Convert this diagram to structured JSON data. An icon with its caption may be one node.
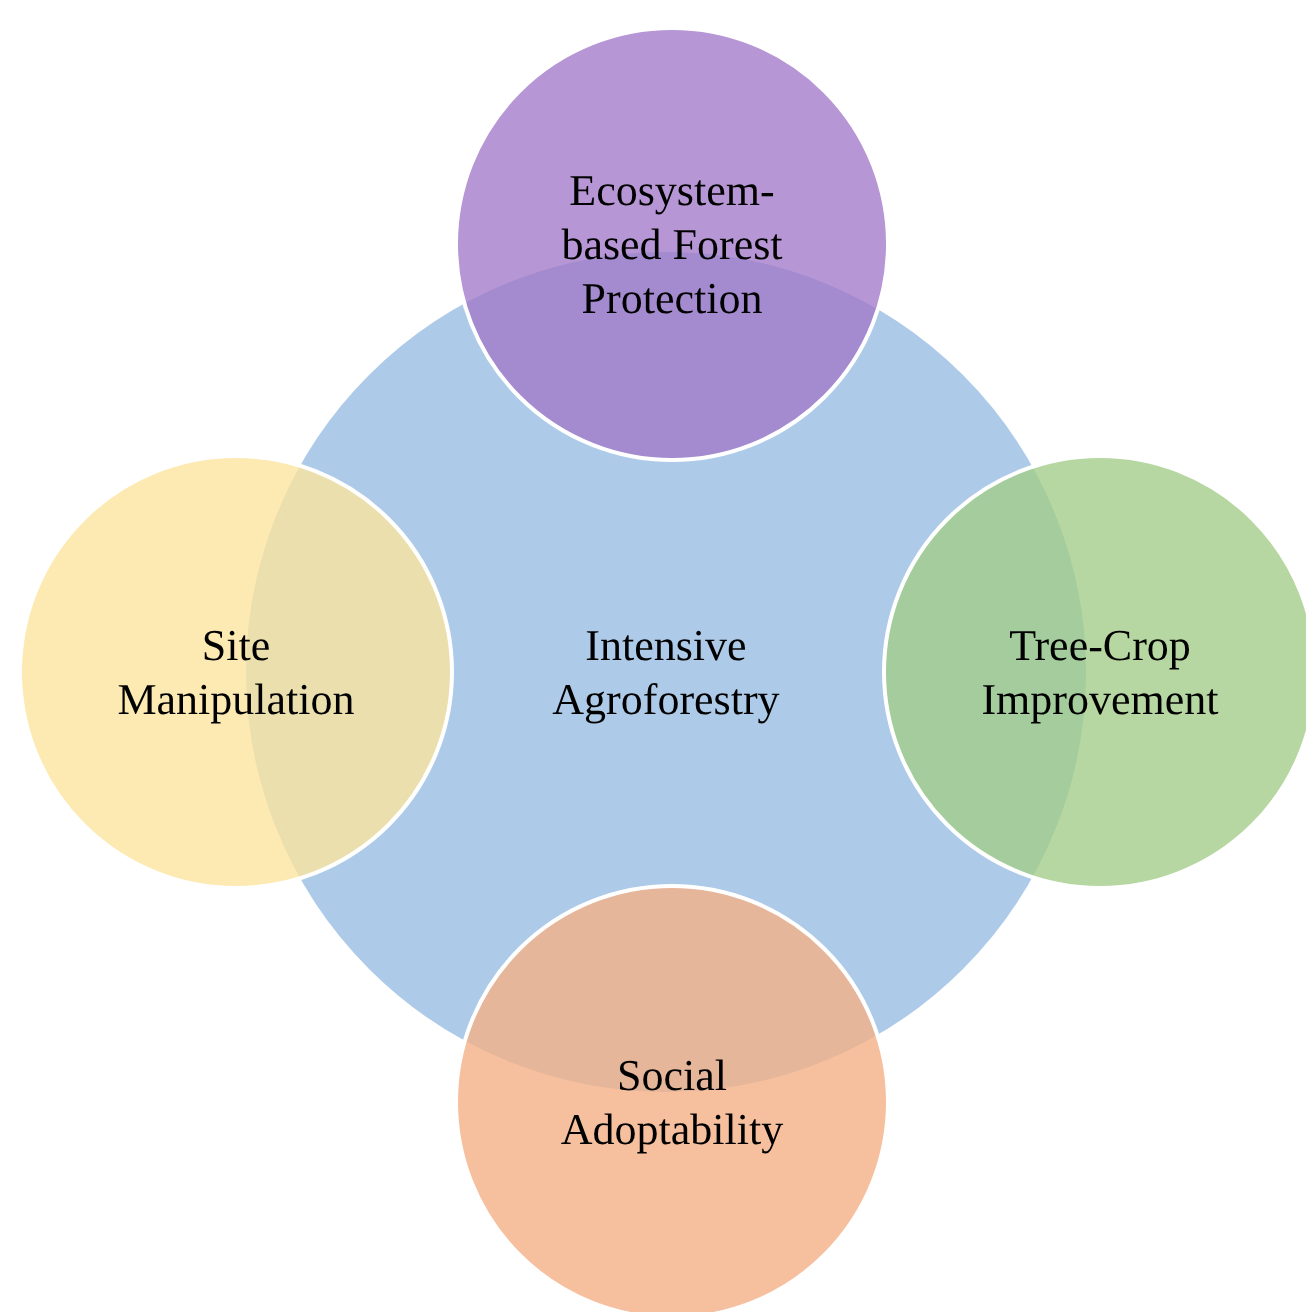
{
  "diagram": {
    "nodes": [
      {
        "text": [
          "Ecosystem-based Forest Protection"
        ]
      },
      {
        "text": [
          "Site Manipulation"
        ]
      },
      {
        "text": [
          "Intensive Agroforestry"
        ]
      },
      {
        "text": [
          "Tree-Crop Improvement"
        ]
      },
      {
        "text": [
          "Social Adoptability"
        ]
      }
    ],
    "edges": []
  }
}
